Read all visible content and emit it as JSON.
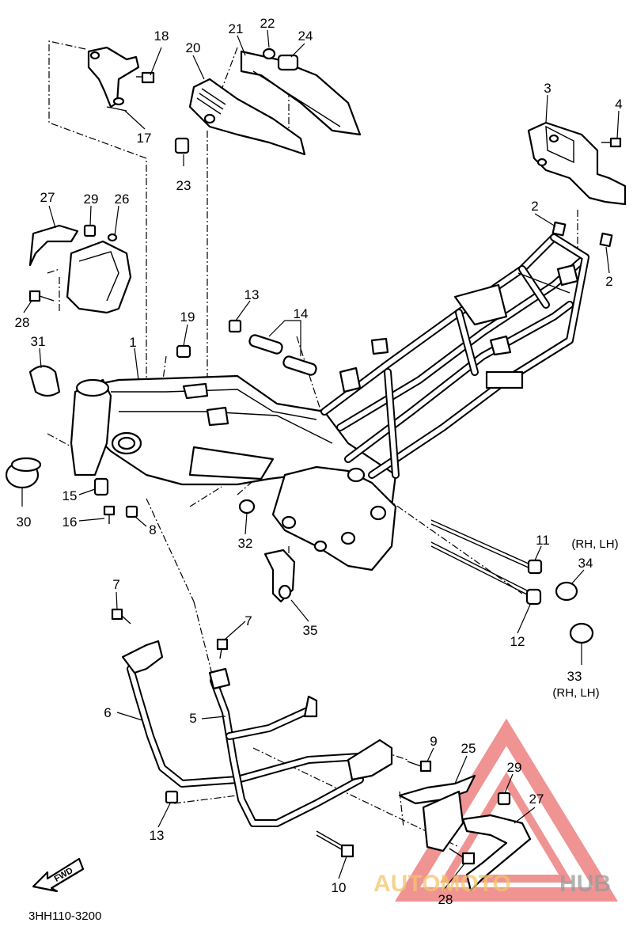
{
  "diagram_code": "3HH110-3200",
  "fwd_label": "FWD",
  "watermark": {
    "part1": "AUTOMOTO",
    "part2": "HUB",
    "color1": "#f2c56b",
    "color2": "#9a9a9a",
    "triangle_color": "#e23b3b"
  },
  "callouts": [
    {
      "id": "1",
      "text": "1"
    },
    {
      "id": "2a",
      "text": "2"
    },
    {
      "id": "2b",
      "text": "2"
    },
    {
      "id": "3",
      "text": "3"
    },
    {
      "id": "4",
      "text": "4"
    },
    {
      "id": "5",
      "text": "5"
    },
    {
      "id": "6",
      "text": "6"
    },
    {
      "id": "7a",
      "text": "7"
    },
    {
      "id": "7b",
      "text": "7"
    },
    {
      "id": "8",
      "text": "8"
    },
    {
      "id": "9",
      "text": "9"
    },
    {
      "id": "10",
      "text": "10"
    },
    {
      "id": "11",
      "text": "11"
    },
    {
      "id": "12",
      "text": "12"
    },
    {
      "id": "13a",
      "text": "13"
    },
    {
      "id": "13b",
      "text": "13"
    },
    {
      "id": "14",
      "text": "14"
    },
    {
      "id": "15",
      "text": "15"
    },
    {
      "id": "16",
      "text": "16"
    },
    {
      "id": "17",
      "text": "17"
    },
    {
      "id": "18",
      "text": "18"
    },
    {
      "id": "19",
      "text": "19"
    },
    {
      "id": "20",
      "text": "20"
    },
    {
      "id": "21",
      "text": "21"
    },
    {
      "id": "22",
      "text": "22"
    },
    {
      "id": "23",
      "text": "23"
    },
    {
      "id": "24",
      "text": "24"
    },
    {
      "id": "25",
      "text": "25"
    },
    {
      "id": "26",
      "text": "26"
    },
    {
      "id": "27a",
      "text": "27"
    },
    {
      "id": "27b",
      "text": "27"
    },
    {
      "id": "28a",
      "text": "28"
    },
    {
      "id": "28b",
      "text": "28"
    },
    {
      "id": "29a",
      "text": "29"
    },
    {
      "id": "29b",
      "text": "29"
    },
    {
      "id": "30",
      "text": "30"
    },
    {
      "id": "31",
      "text": "31"
    },
    {
      "id": "32",
      "text": "32"
    },
    {
      "id": "33",
      "text": "33"
    },
    {
      "id": "34",
      "text": "34"
    },
    {
      "id": "35",
      "text": "35"
    }
  ],
  "side_notes": {
    "rh_lh_top": "(RH, LH)",
    "rh_lh_bottom": "(RH, LH)"
  }
}
